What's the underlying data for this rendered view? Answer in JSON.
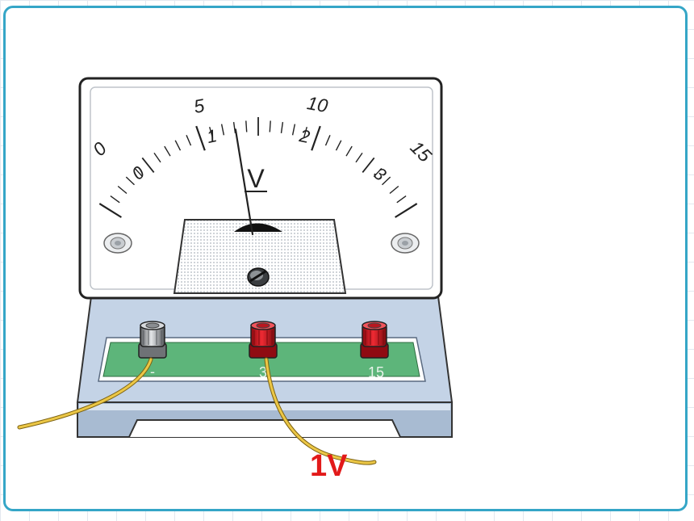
{
  "meter": {
    "symbol": "V",
    "upper_scale": [
      "0",
      "5",
      "10",
      "15"
    ],
    "lower_scale": [
      "0",
      "1",
      "2",
      "3"
    ],
    "terminals": [
      {
        "label": "-",
        "color": "#b5b8bb"
      },
      {
        "label": "3",
        "color": "#d9141d"
      },
      {
        "label": "15",
        "color": "#d9141d"
      }
    ],
    "needle_reading_lower_scale": 1.03
  },
  "colors": {
    "frame_border": "#35a6c7",
    "base": "#c4d3e6",
    "terminal_plate": "#5db57a",
    "wire": "#e8c23e",
    "annotation": "#e21a1a"
  },
  "annotation": "1V"
}
